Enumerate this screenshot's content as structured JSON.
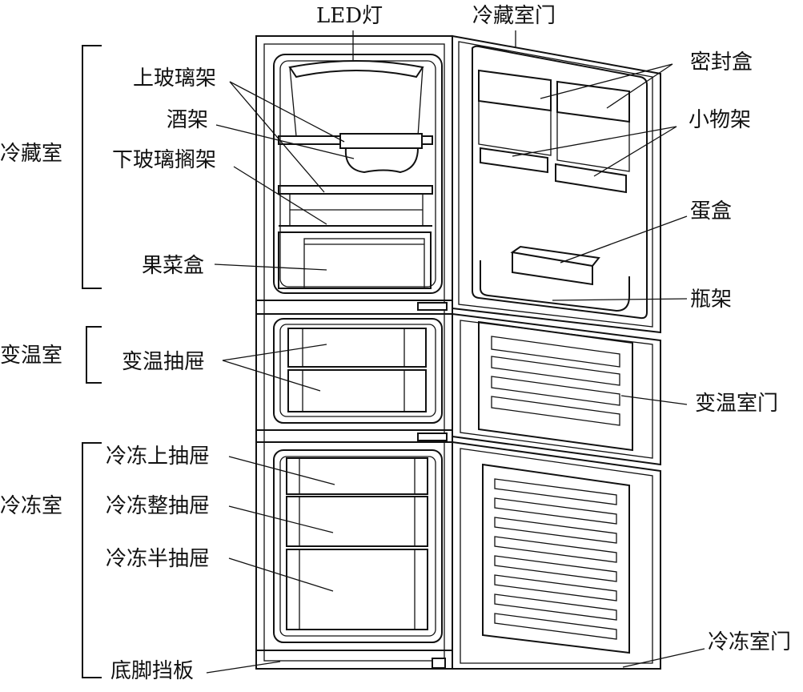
{
  "labels": {
    "led_light": "LED灯",
    "fridge_door": "冷藏室门",
    "sealed_box": "密封盒",
    "upper_glass_shelf": "上玻璃架",
    "wine_rack": "酒架",
    "small_item_shelf": "小物架",
    "lower_glass_shelf": "下玻璃搁架",
    "egg_box": "蛋盒",
    "crisper": "果菜盒",
    "bottle_rack": "瓶架",
    "variable_drawer": "变温抽屉",
    "variable_door": "变温室门",
    "freezer_upper_drawer": "冷冻上抽屉",
    "freezer_full_drawer": "冷冻整抽屉",
    "freezer_half_drawer": "冷冻半抽屉",
    "kick_plate": "底脚挡板",
    "freezer_door": "冷冻室门"
  },
  "sections": {
    "refrigerator": "冷藏室",
    "variable": "变温室",
    "freezer": "冷冻室"
  }
}
